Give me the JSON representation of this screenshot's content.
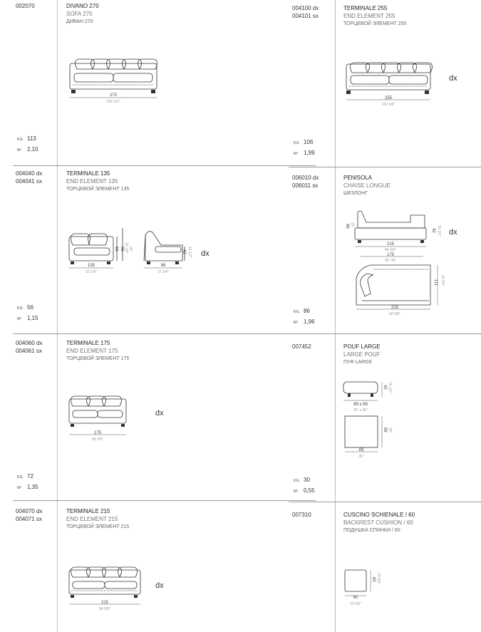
{
  "products": [
    {
      "id": "divano270",
      "codes": [
        "002070"
      ],
      "title": "DIVANO 270",
      "en": "SOFA 270",
      "ru": "ДИВАН 270",
      "kg": "113",
      "m3": "2,10",
      "dims": {
        "w": "270",
        "w_in": "106 1/4\""
      }
    },
    {
      "id": "term255",
      "codes": [
        "004100 dx",
        "004101 sx"
      ],
      "title": "TERMINALE 255",
      "en": "END ELEMENT 255",
      "ru": "ТОРЦЕВОЙ ЭЛЕМЕНТ 255",
      "kg": "106",
      "m3": "1,99",
      "dx": "dx",
      "dims": {
        "w": "255",
        "w_in": "100 3/8\""
      }
    },
    {
      "id": "term135",
      "codes": [
        "004040 dx",
        "004041 sx"
      ],
      "title": "TERMINALE 135",
      "en": "END ELEMENT 135",
      "ru": "ТОРЦЕВОЙ ЭЛЕМЕНТ 135",
      "kg": "56",
      "m3": "1,15",
      "dx": "dx",
      "dims": {
        "w": "135",
        "w_in": "53 1/8\"",
        "h1": "86",
        "h1_in": "33 7/8\"",
        "h2": "66",
        "h2_in": "26\"",
        "d": "96",
        "d_in": "37 3/4\"",
        "h3": "42",
        "h3_in": "16 1/2\""
      }
    },
    {
      "id": "penisola",
      "codes": [
        "006010 dx",
        "006011 sx"
      ],
      "title": "PENISOLA",
      "en": "CHAISE LONGUE",
      "ru": "ШЕЗЛОНГ",
      "kg": "86",
      "m3": "1,96",
      "dx": "dx",
      "dims": {
        "h": "86",
        "h_in": "33\"",
        "h2": "42",
        "h2_in": "16 1/2\"",
        "w": "215",
        "w_in": "84 5/8\"",
        "w2": "175",
        "w2_in": "68 7/8\"",
        "d": "111",
        "d_in": "43 3/4\"",
        "w3": "215",
        "w3_in": "84 5/8\""
      }
    },
    {
      "id": "term175",
      "codes": [
        "004060 dx",
        "004061 sx"
      ],
      "title": "TERMINALE 175",
      "en": "END ELEMENT 175",
      "ru": "ТОРЦЕВОЙ ЭЛЕМЕНТ 175",
      "kg": "72",
      "m3": "1,35",
      "dx": "dx",
      "dims": {
        "w": "175",
        "w_in": "68 7/8\""
      }
    },
    {
      "id": "pouf",
      "codes": [
        "007452"
      ],
      "title": "POUF LARGE",
      "en": "LARGE POUF",
      "ru": "ПУФ LARGE",
      "kg": "30",
      "m3": "0,55",
      "dims": {
        "wd": "89 x 89",
        "wd_in": "35\" x 35\"",
        "h": "42",
        "h_in": "16 1/2\"",
        "d": "89",
        "d_in": "35\"",
        "w": "89",
        "w_in": "35\""
      }
    },
    {
      "id": "term215",
      "codes": [
        "004070 dx",
        "004071 sx"
      ],
      "title": "TERMINALE 215",
      "en": "END ELEMENT 215",
      "ru": "ТОРЦЕВОЙ ЭЛЕМЕНТ 215",
      "dx": "dx",
      "dims": {
        "w": "215",
        "w_in": "84 5/8\""
      }
    },
    {
      "id": "cushion",
      "codes": [
        "007310"
      ],
      "title": "CUSCINO SCHIENALE / 60",
      "en": "BACKREST CUSHION / 60",
      "ru": "ПОДУШКА СПИНКИ / 60",
      "dims": {
        "h": "60",
        "h_in": "23 5/8\"",
        "w": "60",
        "w_in": "23 5/8\""
      }
    }
  ],
  "labels": {
    "kg": "KG.",
    "m3": "M³"
  }
}
